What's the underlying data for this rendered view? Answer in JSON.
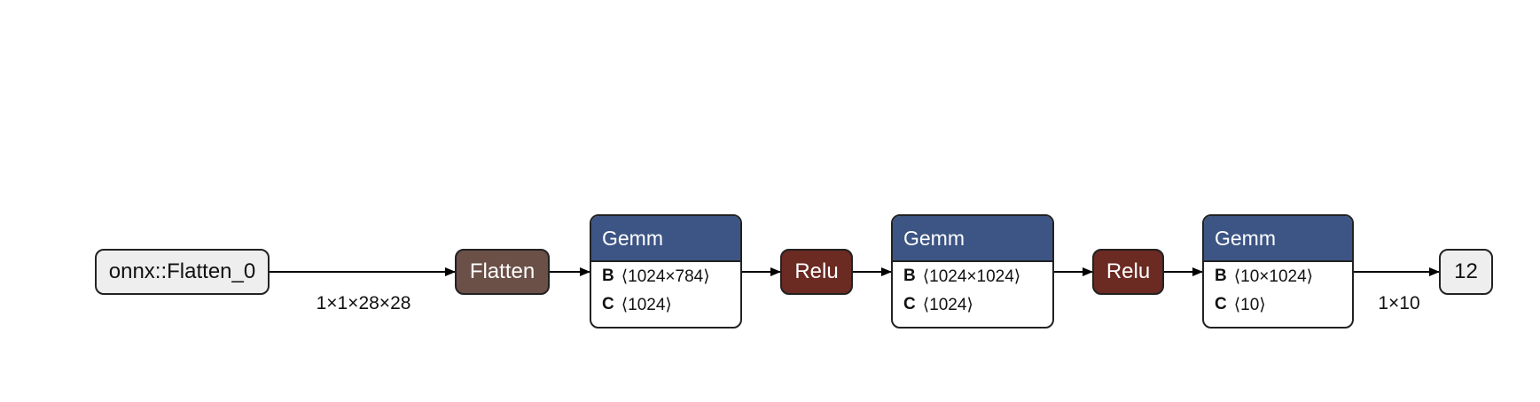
{
  "colors": {
    "input_fill": "#eeeeee",
    "flatten_fill": "#6b5048",
    "relu_fill": "#6b2a22",
    "gemm_header": "#3d5585",
    "edge": "#000000"
  },
  "graph": {
    "input_node": {
      "label": "onnx::Flatten_0"
    },
    "output_node": {
      "label": "12"
    },
    "flatten_node": {
      "label": "Flatten"
    },
    "relu_1": {
      "label": "Relu"
    },
    "relu_2": {
      "label": "Relu"
    },
    "gemm_1": {
      "label": "Gemm",
      "params": [
        {
          "name": "B",
          "shape": "⟨1024×784⟩"
        },
        {
          "name": "C",
          "shape": "⟨1024⟩"
        }
      ]
    },
    "gemm_2": {
      "label": "Gemm",
      "params": [
        {
          "name": "B",
          "shape": "⟨1024×1024⟩"
        },
        {
          "name": "C",
          "shape": "⟨1024⟩"
        }
      ]
    },
    "gemm_3": {
      "label": "Gemm",
      "params": [
        {
          "name": "B",
          "shape": "⟨10×1024⟩"
        },
        {
          "name": "C",
          "shape": "⟨10⟩"
        }
      ]
    },
    "edge_labels": {
      "input_shape": "1×1×28×28",
      "output_shape": "1×10"
    }
  }
}
